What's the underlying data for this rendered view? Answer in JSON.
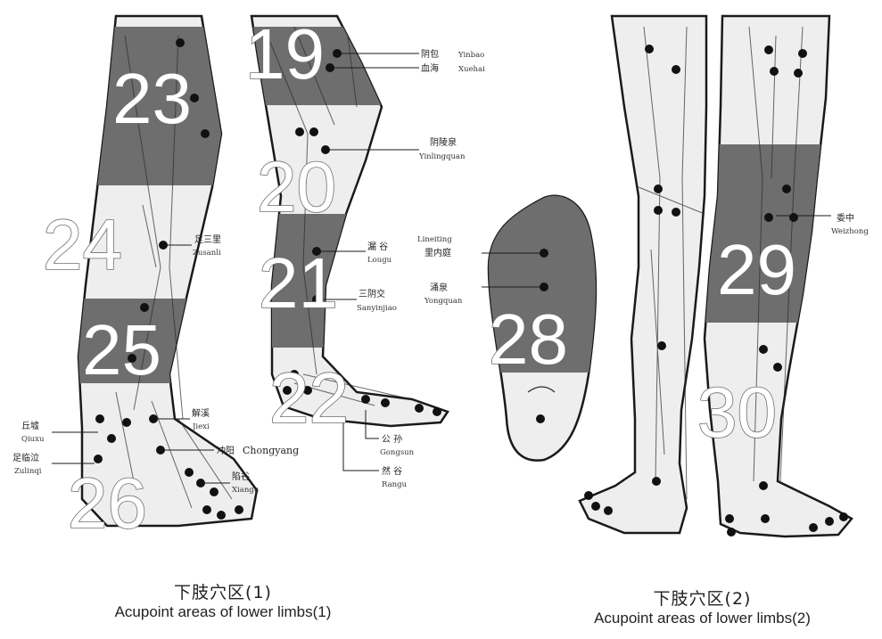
{
  "zones": {
    "z19": "19",
    "z20": "20",
    "z21": "21",
    "z22": "22",
    "z23": "23",
    "z24": "24",
    "z25": "25",
    "z26": "26",
    "z28": "28",
    "z29": "29",
    "z30": "30"
  },
  "labels": {
    "yinbao": {
      "cn": "阴包",
      "en": "Yinbao"
    },
    "xuehai": {
      "cn": "血海",
      "en": "Xuehai"
    },
    "yinlingquan": {
      "cn": "阴陵泉",
      "en": "Yinlingquan"
    },
    "zusanli": {
      "cn": "足三里",
      "en": "Zusanli"
    },
    "lougu": {
      "cn": "漏 谷",
      "en": "Lougu"
    },
    "sanyinjiao": {
      "cn": "三阴交",
      "en": "Sanyinjiao"
    },
    "jiexi": {
      "cn": "解溪",
      "en": "Jiexi"
    },
    "chongyang": {
      "cn": "冲阳",
      "en": "Chongyang"
    },
    "xiangu": {
      "cn": "陷谷",
      "en": "Xiangu"
    },
    "qiuxu": {
      "cn": "丘墟",
      "en": "Qiuxu"
    },
    "zulinqi": {
      "cn": "足临泣",
      "en": "Zulinqi"
    },
    "gongsun": {
      "cn": "公 孙",
      "en": "Gongsun"
    },
    "rangu": {
      "cn": "然 谷",
      "en": "Rangu"
    },
    "lineiting": {
      "cn": "里内庭",
      "en": "Lineiting"
    },
    "yongquan": {
      "cn": "涌泉",
      "en": "Yongquan"
    },
    "weizhong": {
      "cn": "委中",
      "en": "Weizhong"
    }
  },
  "captions": {
    "left": {
      "cn": "下肢穴区(1)",
      "en": "Acupoint areas of lower limbs(1)"
    },
    "right": {
      "cn": "下肢穴区(2)",
      "en": "Acupoint areas of lower limbs(2)"
    }
  },
  "colors": {
    "band": "#6e6e6e",
    "limb_fill": "#eeeeee",
    "outline": "#1a1a1a",
    "point": "#111111"
  }
}
